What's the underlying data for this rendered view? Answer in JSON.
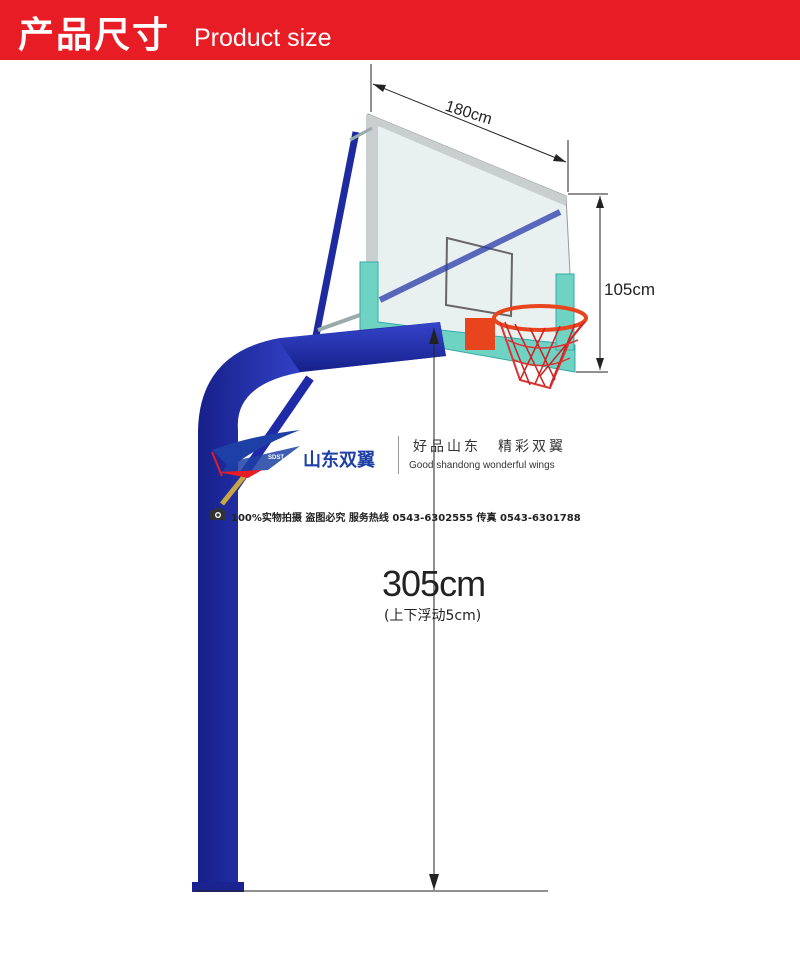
{
  "header": {
    "title_cn": "产品尺寸",
    "title_en": "Product size"
  },
  "dimensions": {
    "board_width": "180cm",
    "board_height": "105cm",
    "rim_height": "305cm",
    "rim_height_note": "(上下浮动5cm)"
  },
  "watermark": {
    "brand_mark": "SDST",
    "brand_name": "山东双翼",
    "slogan_cn": "好品山东　精彩双翼",
    "slogan_en": "Good shandong wonderful wings",
    "notice": "100%实物拍摄  盗图必究  服务热线  0543-6302555 传真 0543-6301788"
  },
  "colors": {
    "header_bg": "#e81c24",
    "pole": "#1f2aa8",
    "board_frame": "#6fd3c4",
    "rim": "#e8451e",
    "brand_blue": "#1d3fa6"
  }
}
